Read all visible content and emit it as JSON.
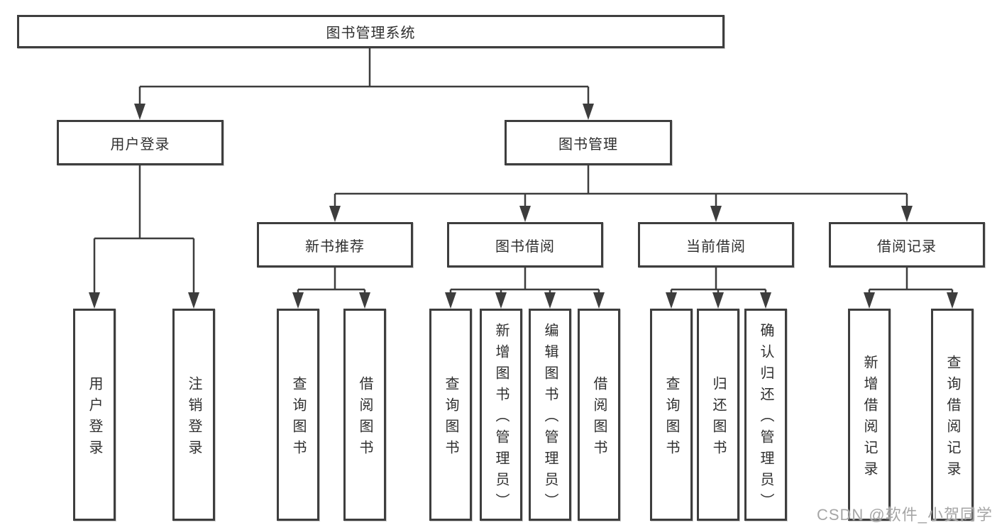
{
  "diagram": {
    "root": {
      "label": "图书管理系统"
    },
    "level2": [
      {
        "label": "用户登录"
      },
      {
        "label": "图书管理"
      }
    ],
    "level3": [
      {
        "label": "新书推荐"
      },
      {
        "label": "图书借阅"
      },
      {
        "label": "当前借阅"
      },
      {
        "label": "借阅记录"
      }
    ],
    "leaves": {
      "user_login": [
        "用户登录",
        "注销登录"
      ],
      "new_book_recommend": [
        "查询图书",
        "借阅图书"
      ],
      "book_borrow": [
        "查询图书",
        "新增图书（管理员）",
        "编辑图书（管理员）",
        "借阅图书"
      ],
      "current_borrow": [
        "查询图书",
        "归还图书",
        "确认归还（管理员）"
      ],
      "borrow_records": [
        "新增借阅记录",
        "查询借阅记录"
      ]
    },
    "line_color": "#3d3d3d",
    "text_color": "#2f2f2f"
  },
  "watermark": {
    "text": "CSDN @软件_小贺同学",
    "color": "#a6a6a6"
  }
}
